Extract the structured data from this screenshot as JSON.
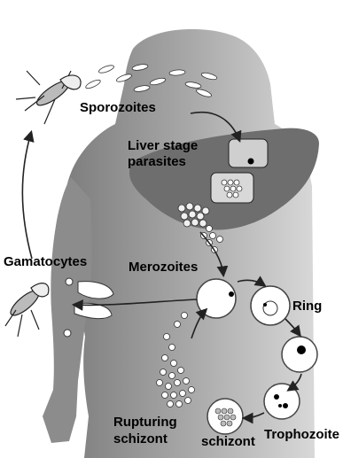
{
  "labels": {
    "sporozoites": "Sporozoites",
    "liver_stage_line1": "Liver stage",
    "liver_stage_line2": "parasites",
    "gamatocytes": "Gamatocytes",
    "merozoites": "Merozoites",
    "ring": "Ring",
    "rupturing_line1": "Rupturing",
    "rupturing_line2": "schizont",
    "schizont": "schizont",
    "trophozoite": "Trophozoite"
  },
  "icons": [
    "mosquito-icon",
    "liver-icon",
    "red-blood-cell-icon"
  ],
  "colors": {
    "body": "#9a9a9a",
    "liver": "#6e6e6e",
    "arrow": "#222222",
    "cell": "#ffffff"
  }
}
